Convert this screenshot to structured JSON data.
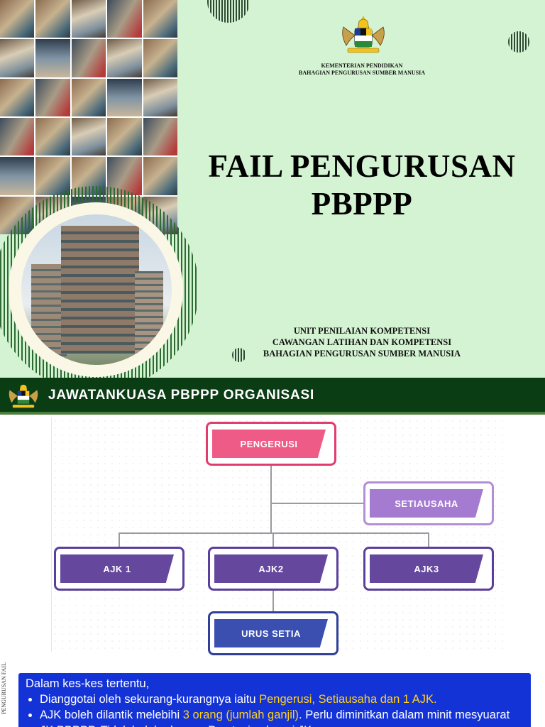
{
  "cover": {
    "ministry_line1": "KEMENTERIAN PENDIDIKAN",
    "ministry_line2": "BAHAGIAN PENGURUSAN SUMBER MANUSIA",
    "title_line1": "FAIL PENGURUSAN",
    "title_line2": "PBPPP",
    "unit_line1": "UNIT PENILAIAN KOMPETENSI",
    "unit_line2": "CAWANGAN LATIHAN DAN KOMPETENSI",
    "unit_line3": "BAHAGIAN PENGURUSAN SUMBER MANUSIA"
  },
  "org_slide": {
    "header_title": "JAWATANKUASA PBPPP ORGANISASI",
    "side_label": "PENGURUSAN FAIL",
    "chart": {
      "chairman": "PENGERUSI",
      "secretary": "SETIAUSAHA",
      "members": [
        "AJK 1",
        "AJK2",
        "AJK3"
      ],
      "urus_setia": "URUS SETIA"
    },
    "note": {
      "intro": "Dalam kes-kes tertentu,",
      "b1_pre": "Dianggotai oleh sekurang-kurangnya iaitu ",
      "b1_hl": "Pengerusi, Setiausaha dan 1 AJK",
      "b1_post": ".",
      "b2_pre": "AJK boleh dilantik melebihi ",
      "b2_hl": "3 orang (jumlah ganjil)",
      "b2_post": ". Perlu diminitkan dalam minit mesyuarat JK PBPPP. Tidak boleh akses e-Prestasi sebagai JK."
    }
  },
  "colors": {
    "cover_bg": "#d4f3d2",
    "header_bg": "#0b3d15",
    "chairman": "#ee5b86",
    "secretary": "#a47bd0",
    "members": "#65479e",
    "urus_setia": "#3a4fb0",
    "note_bg": "#1433d6",
    "highlight": "#ffd21a"
  }
}
